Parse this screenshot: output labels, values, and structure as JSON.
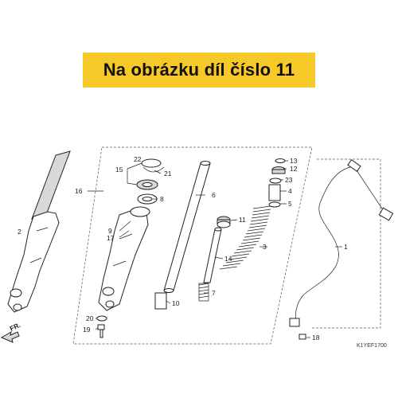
{
  "banner": {
    "text": "Na obrázku díl číslo 11",
    "color": "#f7c928"
  },
  "callouts": {
    "c1": "1",
    "c2": "2",
    "c3": "3",
    "c4": "4",
    "c5": "5",
    "c6": "6",
    "c7": "7",
    "c8": "8",
    "c9": "9",
    "c10": "10",
    "c11": "11",
    "c12": "12",
    "c13": "13",
    "c14": "14",
    "c15": "15",
    "c16": "16",
    "c17": "17",
    "c18": "18",
    "c19": "19",
    "c20": "20",
    "c21": "21",
    "c22": "22",
    "c23": "23"
  },
  "direction_label": "FR.",
  "diagram_code": "K1YEF1700"
}
